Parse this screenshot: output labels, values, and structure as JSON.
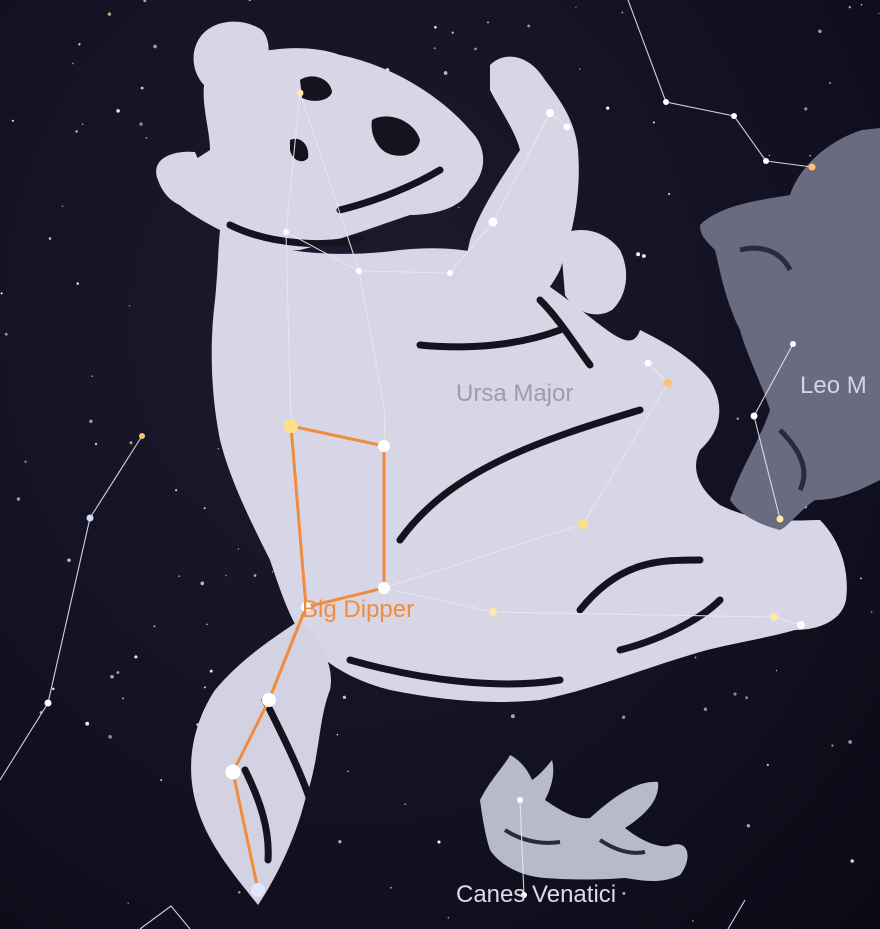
{
  "labels": {
    "ursa_major": "Ursa Major",
    "big_dipper": "Big Dipper",
    "leo_minor": "Leo M",
    "canes_venatici": "Canes Venatici"
  },
  "colors": {
    "background": "#121222",
    "artwork": "#d6d6e6",
    "asterism_line": "#f08c3c",
    "constellation_line": "#e8e8ef",
    "star": "#ffffff",
    "bright_star": "#ffe9a8"
  }
}
